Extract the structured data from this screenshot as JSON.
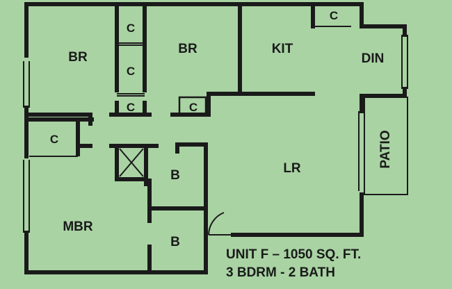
{
  "plan": {
    "rooms": {
      "br1": "BR",
      "br2": "BR",
      "kit": "KIT",
      "din": "DIN",
      "lr": "LR",
      "mbr": "MBR",
      "bath1": "B",
      "bath2": "B",
      "patio": "PATIO",
      "closet": "C"
    },
    "caption": {
      "line1": "UNIT F – 1050 SQ. FT.",
      "line2": "3 BDRM - 2 BATH"
    }
  },
  "colors": {
    "background": "#a9d3a3",
    "ink": "#1a1a1a"
  }
}
